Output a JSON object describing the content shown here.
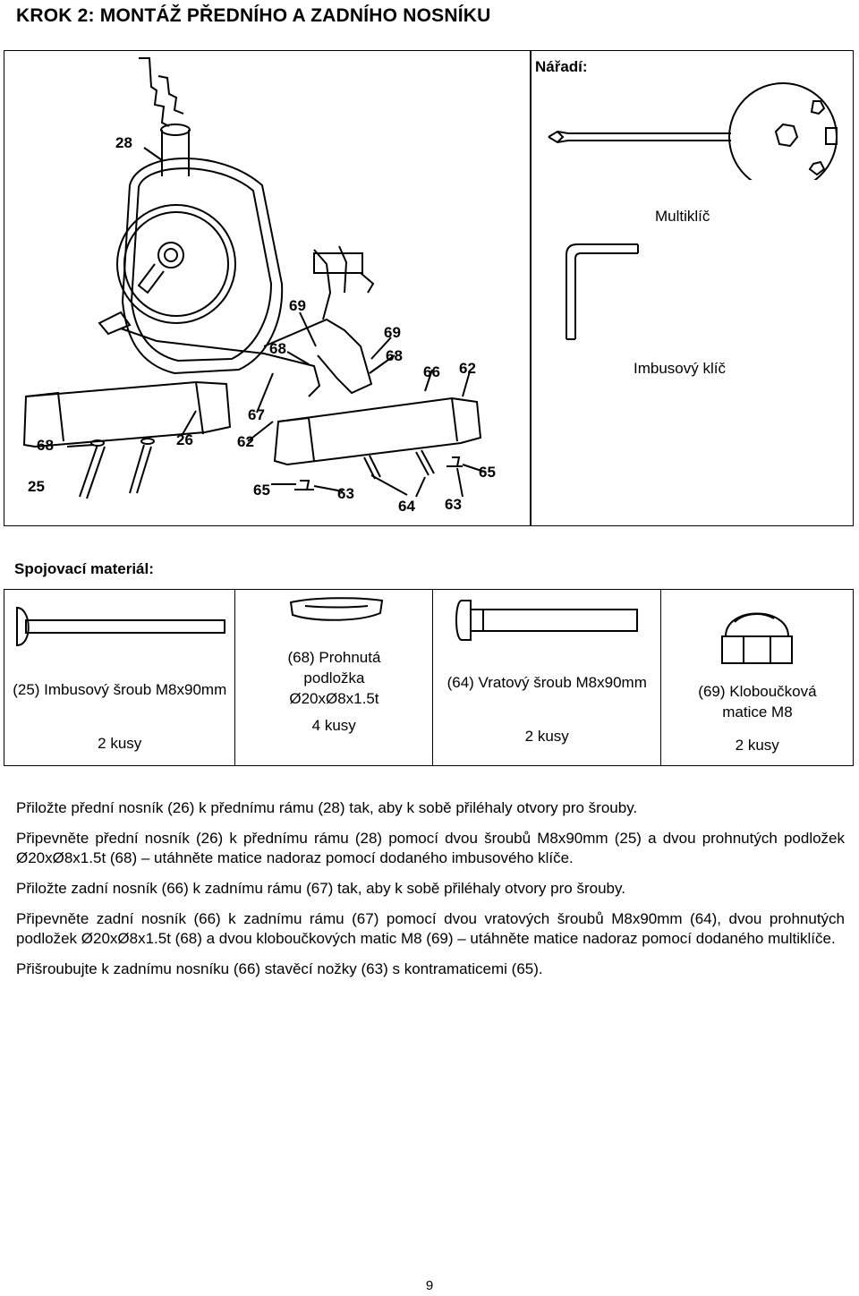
{
  "title": "KROK 2: MONTÁŽ PŘEDNÍHO A ZADNÍHO NOSNÍKU",
  "tools": {
    "label": "Nářadí:",
    "multitool": "Multiklíč",
    "allen_key": "Imbusový klíč"
  },
  "diagram_callouts": [
    "28",
    "69",
    "69",
    "68",
    "68",
    "66",
    "62",
    "67",
    "68",
    "26",
    "62",
    "25",
    "65",
    "63",
    "64",
    "63",
    "65"
  ],
  "fasteners": {
    "label": "Spojovací materiál:",
    "items": [
      {
        "name": "(25) Imbusový šroub M8x90mm",
        "qty": "2 kusy",
        "icon": "bolt-icon"
      },
      {
        "name": "(68) Prohnutá podložka Ø20xØ8x1.5t",
        "qty": "4 kusy",
        "icon": "curved-washer-icon"
      },
      {
        "name": "(64) Vratový šroub M8x90mm",
        "qty": "2 kusy",
        "icon": "carriage-bolt-icon"
      },
      {
        "name": "(69) Kloboučková matice M8",
        "qty": "2 kusy",
        "icon": "cap-nut-icon"
      }
    ]
  },
  "instructions": [
    "Přiložte přední nosník (26) k přednímu rámu (28) tak, aby k sobě přiléhaly otvory pro šrouby.",
    "Připevněte přední nosník (26) k přednímu rámu (28) pomocí dvou šroubů M8x90mm (25) a dvou prohnutých podložek Ø20xØ8x1.5t (68) – utáhněte matice nadoraz pomocí dodaného imbusového klíče.",
    "Přiložte zadní nosník (66) k zadnímu rámu (67) tak, aby k sobě přiléhaly otvory pro šrouby.",
    "Připevněte zadní nosník (66) k zadnímu rámu (67) pomocí dvou vratových šroubů M8x90mm (64), dvou prohnutých podložek Ø20xØ8x1.5t (68) a dvou kloboučkových matic M8 (69) – utáhněte matice nadoraz pomocí dodaného multiklíče.",
    "Přišroubujte k zadnímu nosníku (66) stavěcí nožky (63) s kontramaticemi (65)."
  ],
  "page_number": "9"
}
